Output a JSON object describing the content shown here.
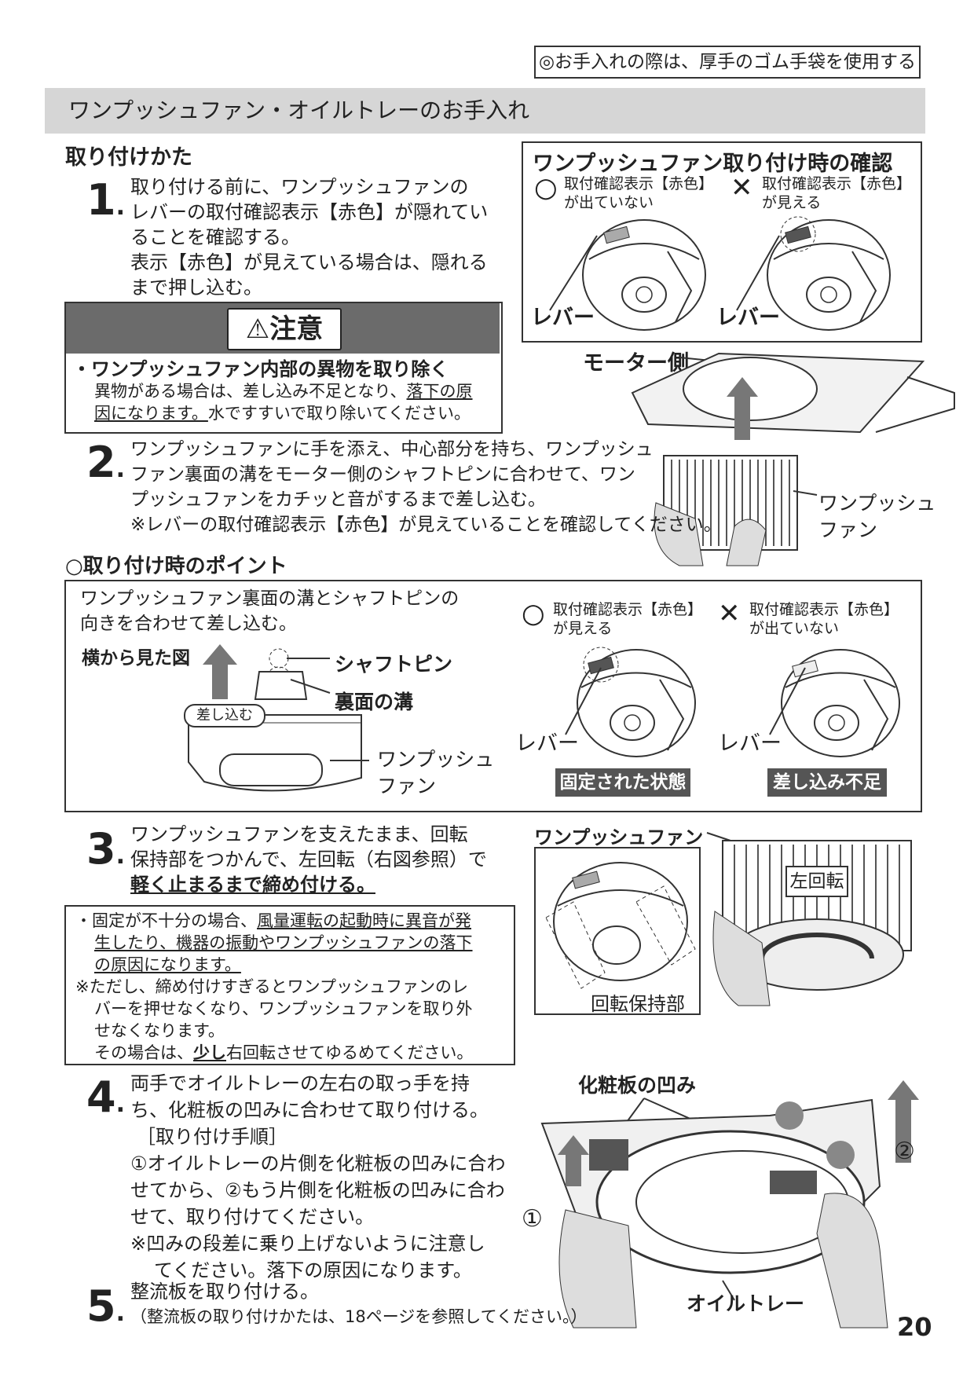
{
  "header_note": "◎お手入れの際は、厚手のゴム手袋を使用する",
  "section_title": "ワンプッシュファン・オイルトレーのお手入れ",
  "install_heading": "取り付けかた",
  "step1": {
    "num": "1",
    "line1": "取り付ける前に、ワンプッシュファンの",
    "line2": "レバーの取付確認表示【赤色】が隠れてい",
    "line3": "ることを確認する。",
    "line4": "表示【赤色】が見えている場合は、隠れる",
    "line5": "まで押し込む。"
  },
  "caution": {
    "badge": "⚠注意",
    "title": "・ワンプッシュファン内部の異物を取り除く",
    "line1_a": "異物がある場合は、差し込み不足となり、",
    "line1_b": "落下の原",
    "line2_a": "因になります。",
    "line2_b": "水ですすいで取り除いてください。"
  },
  "confirm_box": {
    "title": "ワンプッシュファン取り付け時の確認",
    "ok_mark": "○",
    "ok_text1": "取付確認表示【赤色】",
    "ok_text2": "が出ていない",
    "ng_mark": "✕",
    "ng_text1": "取付確認表示【赤色】",
    "ng_text2": "が見える",
    "lever_left": "レバー",
    "lever_right": "レバー"
  },
  "motor_side": "モーター側",
  "step2": {
    "num": "2",
    "line1": "ワンプッシュファンに手を添え、中心部分を持ち、ワンプッシュ",
    "line2": "ファン裏面の溝をモーター側のシャフトピンに合わせて、ワン",
    "line3": "プッシュファンをカチッと音がするまで差し込む。",
    "line4": "※レバーの取付確認表示【赤色】が見えていることを確認してください。",
    "fan_label1": "ワンプッシュ",
    "fan_label2": "ファン"
  },
  "points": {
    "heading": "○取り付け時のポイント",
    "intro1": "ワンプッシュファン裏面の溝とシャフトピンの",
    "intro2": "向きを合わせて差し込む。",
    "side_view": "横から見た図",
    "shaft_pin": "シャフトピン",
    "groove": "裏面の溝",
    "insert": "差し込む",
    "fan_label1": "ワンプッシュ",
    "fan_label2": "ファン",
    "ok_mark": "○",
    "ok_text1": "取付確認表示【赤色】",
    "ok_text2": "が見える",
    "ng_mark": "✕",
    "ng_text1": "取付確認表示【赤色】",
    "ng_text2": "が出ていない",
    "lever_left": "レバー",
    "lever_right": "レバー",
    "state_ok": "固定された状態",
    "state_ng": "差し込み不足"
  },
  "step3": {
    "num": "3",
    "line1": "ワンプッシュファンを支えたまま、回転",
    "line2": "保持部をつかんで、左回転（右図参照）で",
    "line3": "軽く止まるまで締め付ける。",
    "fan_label": "ワンプッシュファン",
    "holder_label": "回転保持部",
    "rotate_label": "左回転"
  },
  "step3_note": {
    "line1_a": "・固定が不十分の場合、",
    "line1_b": "風量運転の起動時に異音が発",
    "line2": "生したり、機器の振動やワンプッシュファンの落下",
    "line3": "の原因になります。",
    "line4": "※ただし、締め付けすぎるとワンプッシュファンのレ",
    "line5": "バーを押せなくなり、ワンプッシュファンを取り外",
    "line6": "せなくなります。",
    "line7_a": "その場合は、",
    "line7_b": "少し",
    "line7_c": "右回転させてゆるめてください。"
  },
  "step4": {
    "num": "4",
    "line1": "両手でオイルトレーの左右の取っ手を持",
    "line2": "ち、化粧板の凹みに合わせて取り付ける。",
    "line3": "［取り付け手順］",
    "line4": "①オイルトレーの片側を化粧板の凹みに合わ",
    "line5": "せてから、②もう片側を化粧板の凹みに合わ",
    "line6": "せて、取り付けてください。",
    "line7": "※凹みの段差に乗り上げないように注意し",
    "line8": "てください。落下の原因になります。",
    "dent_label": "化粧板の凹み",
    "tray_label": "オイルトレー",
    "mark1": "①",
    "mark2": "②"
  },
  "step5": {
    "num": "5",
    "line1": "整流板を取り付ける。",
    "line2": "（整流板の取り付けかたは、18ページを参照してください。）"
  },
  "page_number": "20"
}
